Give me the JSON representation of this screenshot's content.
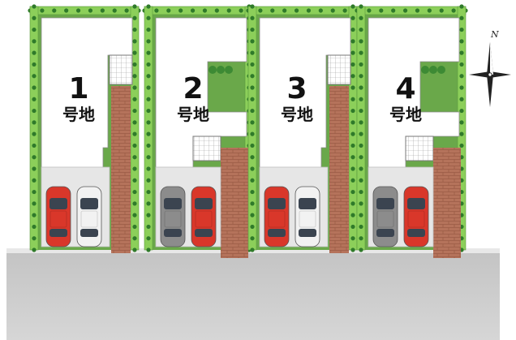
{
  "lots": [
    {
      "number": "1",
      "suffix": "号地",
      "cars": [
        "red",
        "white"
      ]
    },
    {
      "number": "2",
      "suffix": "号地",
      "cars": [
        "gray",
        "red"
      ]
    },
    {
      "number": "3",
      "suffix": "号地",
      "cars": [
        "red",
        "white"
      ]
    },
    {
      "number": "4",
      "suffix": "号地",
      "cars": [
        "gray",
        "red"
      ]
    }
  ],
  "compass": {
    "north_label": "N",
    "icon": "compass-rose-icon"
  },
  "colors": {
    "grass": "#6aa84a",
    "hedge": "#8ccf5a",
    "brick": "#b0705a",
    "road": "#cfcfcf",
    "parking": "#e6e6e6",
    "car_red": "#d9372a",
    "car_white": "#f2f2f2",
    "car_gray": "#8c8c8c"
  }
}
